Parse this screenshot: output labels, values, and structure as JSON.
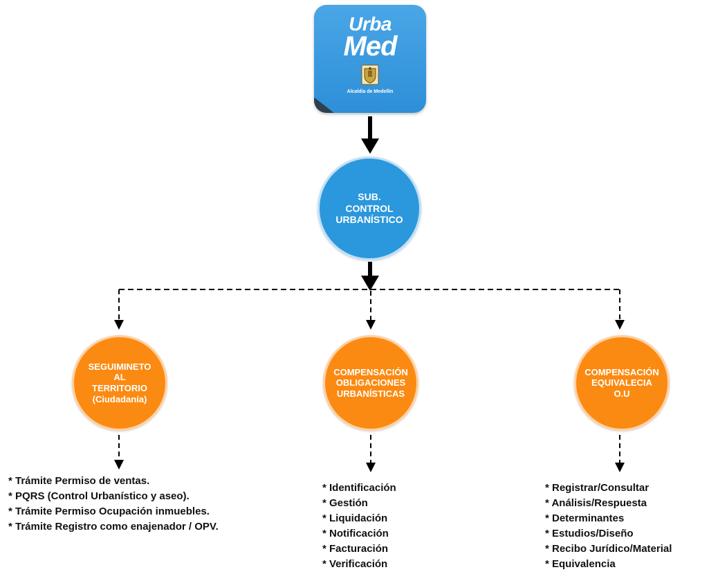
{
  "logo": {
    "line1": "Urba",
    "line2": "Med",
    "caption": "Alcaldía de Medellín"
  },
  "root_node": {
    "label": "SUB.\nCONTROL\nURBANÍSTICO",
    "color": "#2b97dc"
  },
  "branches": [
    {
      "label": "SEGUIMINETO\nAL\nTERRITORIO\n(Ciudadanía)",
      "color": "#fb8a12",
      "items": [
        "* Trámite Permiso de ventas.",
        "* PQRS (Control Urbanístico y aseo).",
        "* Trámite Permiso Ocupación inmuebles.",
        "* Trámite Registro como enajenador / OPV."
      ]
    },
    {
      "label": "COMPENSACIÓN\nOBLIGACIONES\nURBANÍSTICAS",
      "color": "#fb8a12",
      "items": [
        "* Identificación",
        "* Gestión",
        "* Liquidación",
        "* Notificación",
        "* Facturación",
        "* Verificación"
      ]
    },
    {
      "label": "COMPENSACIÓN\nEQUIVALECIA\nO.U",
      "color": "#fb8a12",
      "items": [
        "* Registrar/Consultar",
        "* Análisis/Respuesta",
        "* Determinantes",
        "* Estudios/Diseño",
        "* Recibo Jurídico/Material",
        "* Equivalencia"
      ]
    }
  ]
}
